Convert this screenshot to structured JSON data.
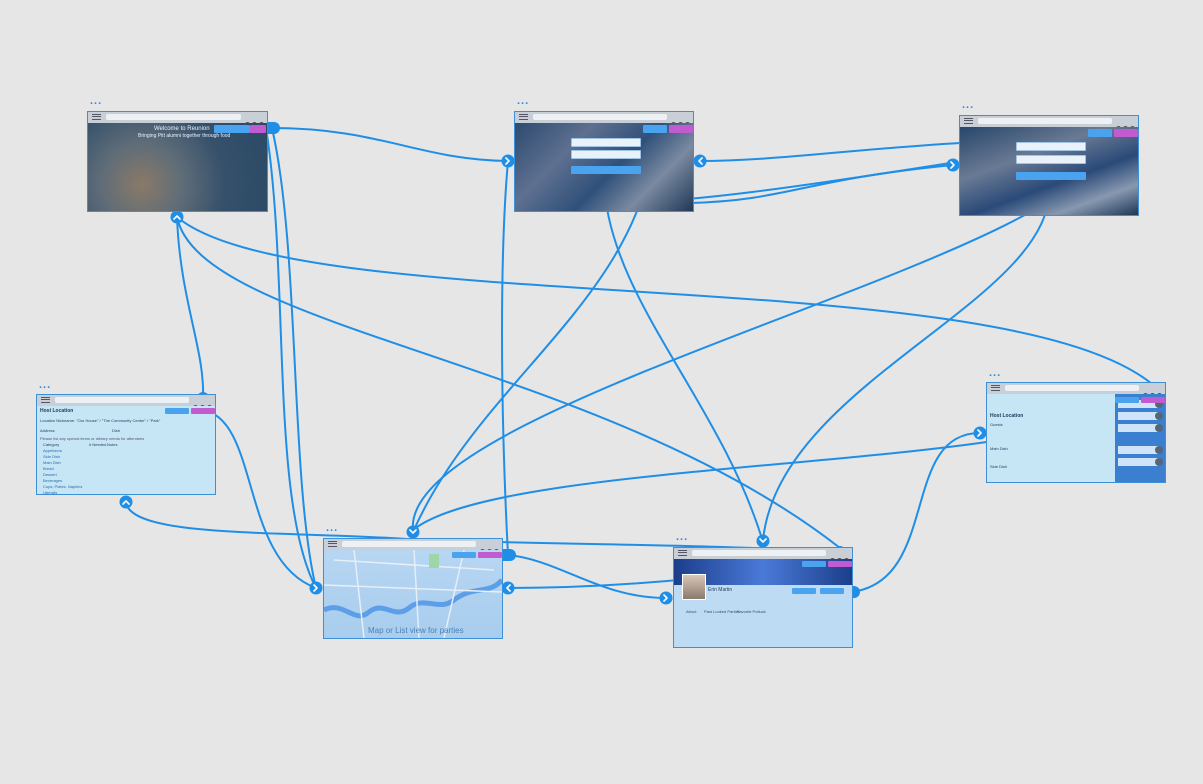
{
  "screens": [
    {
      "id": "home",
      "menu": "...",
      "heading": "Welcome to Reunion",
      "subheading": "Bringing Pitt alumni together through food",
      "button_left": "",
      "button_right": ""
    },
    {
      "id": "login",
      "menu": "..."
    },
    {
      "id": "signup",
      "menu": "..."
    },
    {
      "id": "potluck",
      "menu": "...",
      "title": "Host Location",
      "lines": [
        "Location Nickname: \"Our House\" / \"The Community Center\" / \"Park\"",
        "Address",
        "Dish",
        "Please list any special items or dietary needs for attendees"
      ],
      "table_headers": [
        "Category",
        "# Needed",
        "Notes"
      ],
      "table_rows": [
        "Appetizers",
        "Side Dish",
        "Main Dish",
        "Bread",
        "Dessert",
        "Beverages",
        "Cups, Plates, Napkins",
        "Utensils"
      ]
    },
    {
      "id": "map",
      "menu": "...",
      "caption": "Map or List view for parties"
    },
    {
      "id": "profile",
      "menu": "...",
      "name": "Erin Martin",
      "tabs": [
        "About",
        "Past Looked Parties",
        "Favorite Potluck"
      ]
    },
    {
      "id": "event",
      "menu": "...",
      "title": "Host Location",
      "lines": [
        "Guests",
        "Main Dish",
        "Side Dish"
      ]
    }
  ],
  "colors": {
    "connector": "#1f8ee6",
    "background": "#e6e6e6",
    "screen_border": "#3d8fd8",
    "accent_pink": "#c25ad0"
  },
  "icons": [
    "chevron-right-icon",
    "chevron-left-icon",
    "chevron-up-icon",
    "chevron-down-icon",
    "hamburger-menu-icon",
    "window-dots-icon"
  ]
}
